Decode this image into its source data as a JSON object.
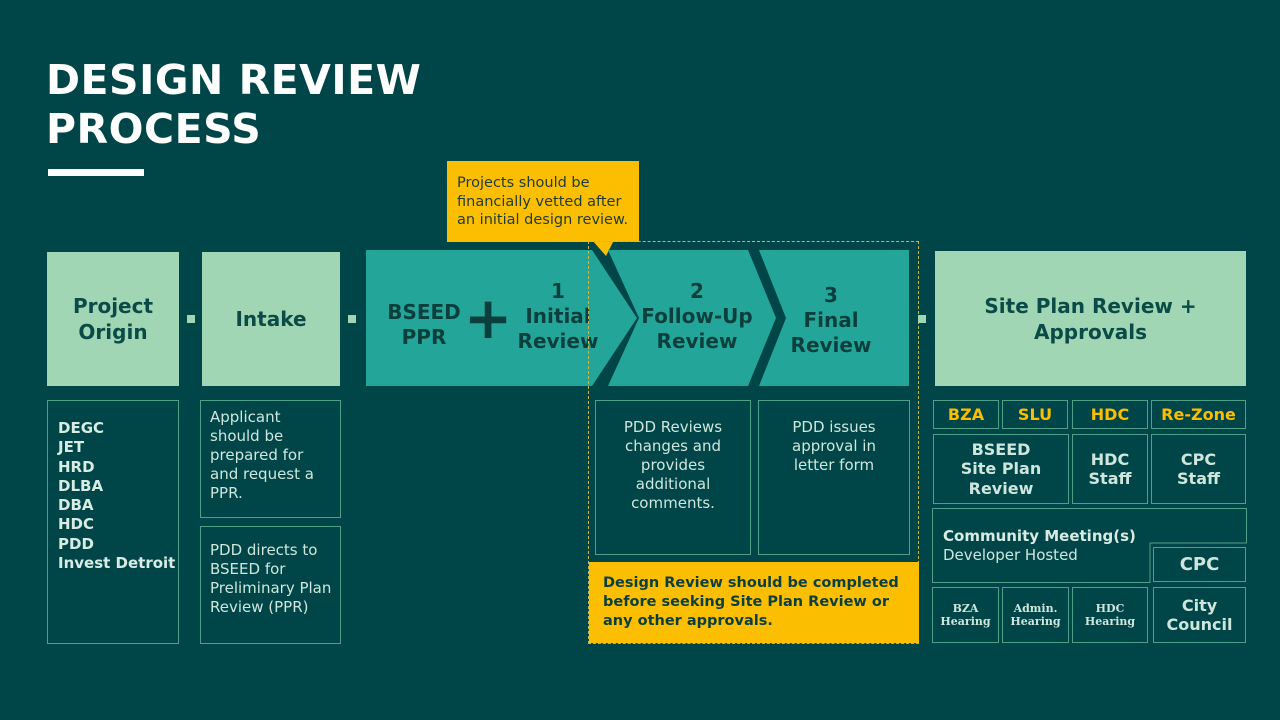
{
  "title": {
    "line1": "DESIGN REVIEW",
    "line2": "PROCESS"
  },
  "callout": {
    "line1": "Projects should be",
    "line2": "financially vetted after",
    "line3": "an initial design review."
  },
  "project_origin": {
    "line1": "Project",
    "line2": "Origin",
    "list": [
      "DEGC",
      "JET",
      "HRD",
      "DLBA",
      "DBA",
      "HDC",
      "PDD",
      "Invest Detroit"
    ]
  },
  "intake": {
    "label": "Intake",
    "note1": [
      "Applicant",
      "should be",
      "prepared for",
      "and request a",
      "PPR."
    ],
    "note2": [
      "PDD directs to",
      "BSEED for",
      "Preliminary Plan",
      "Review (PPR)"
    ]
  },
  "bseed_ppr": {
    "line1": "BSEED",
    "line2": "PPR",
    "plus": "+"
  },
  "steps": [
    {
      "num": "1",
      "line1": "Initial",
      "line2": "Review"
    },
    {
      "num": "2",
      "line1": "Follow-Up",
      "line2": "Review"
    },
    {
      "num": "3",
      "line1": "Final",
      "line2": "Review"
    }
  ],
  "step_notes": {
    "followup": [
      "PDD Reviews",
      "changes and",
      "provides",
      "additional",
      "comments."
    ],
    "final": [
      "PDD issues",
      "approval in",
      "letter form"
    ]
  },
  "warning": {
    "line1": "Design Review should be completed",
    "line2": "before seeking Site Plan Review or",
    "line3": "any other approvals."
  },
  "site_plan": {
    "line1": "Site Plan Review +",
    "line2": "Approvals",
    "headers": [
      "BZA",
      "SLU",
      "HDC",
      "Re-Zone"
    ],
    "bseed": [
      "BSEED",
      "Site Plan",
      "Review"
    ],
    "hdc_staff": [
      "HDC",
      "Staff"
    ],
    "cpc_staff": [
      "CPC",
      "Staff"
    ],
    "community": {
      "title": "Community Meeting(s)",
      "sub": "Developer Hosted"
    },
    "cpc": "CPC",
    "bza_hearing": [
      "BZA",
      "Hearing"
    ],
    "admin_hearing": [
      "Admin.",
      "Hearing"
    ],
    "hdc_hearing": [
      "HDC",
      "Hearing"
    ],
    "city_council": [
      "City",
      "Council"
    ]
  },
  "colors": {
    "background": "#004648",
    "light_green": "#a1d6b4",
    "teal": "#23a699",
    "yellow": "#fcbe00",
    "dark_text": "#0b4a46"
  }
}
